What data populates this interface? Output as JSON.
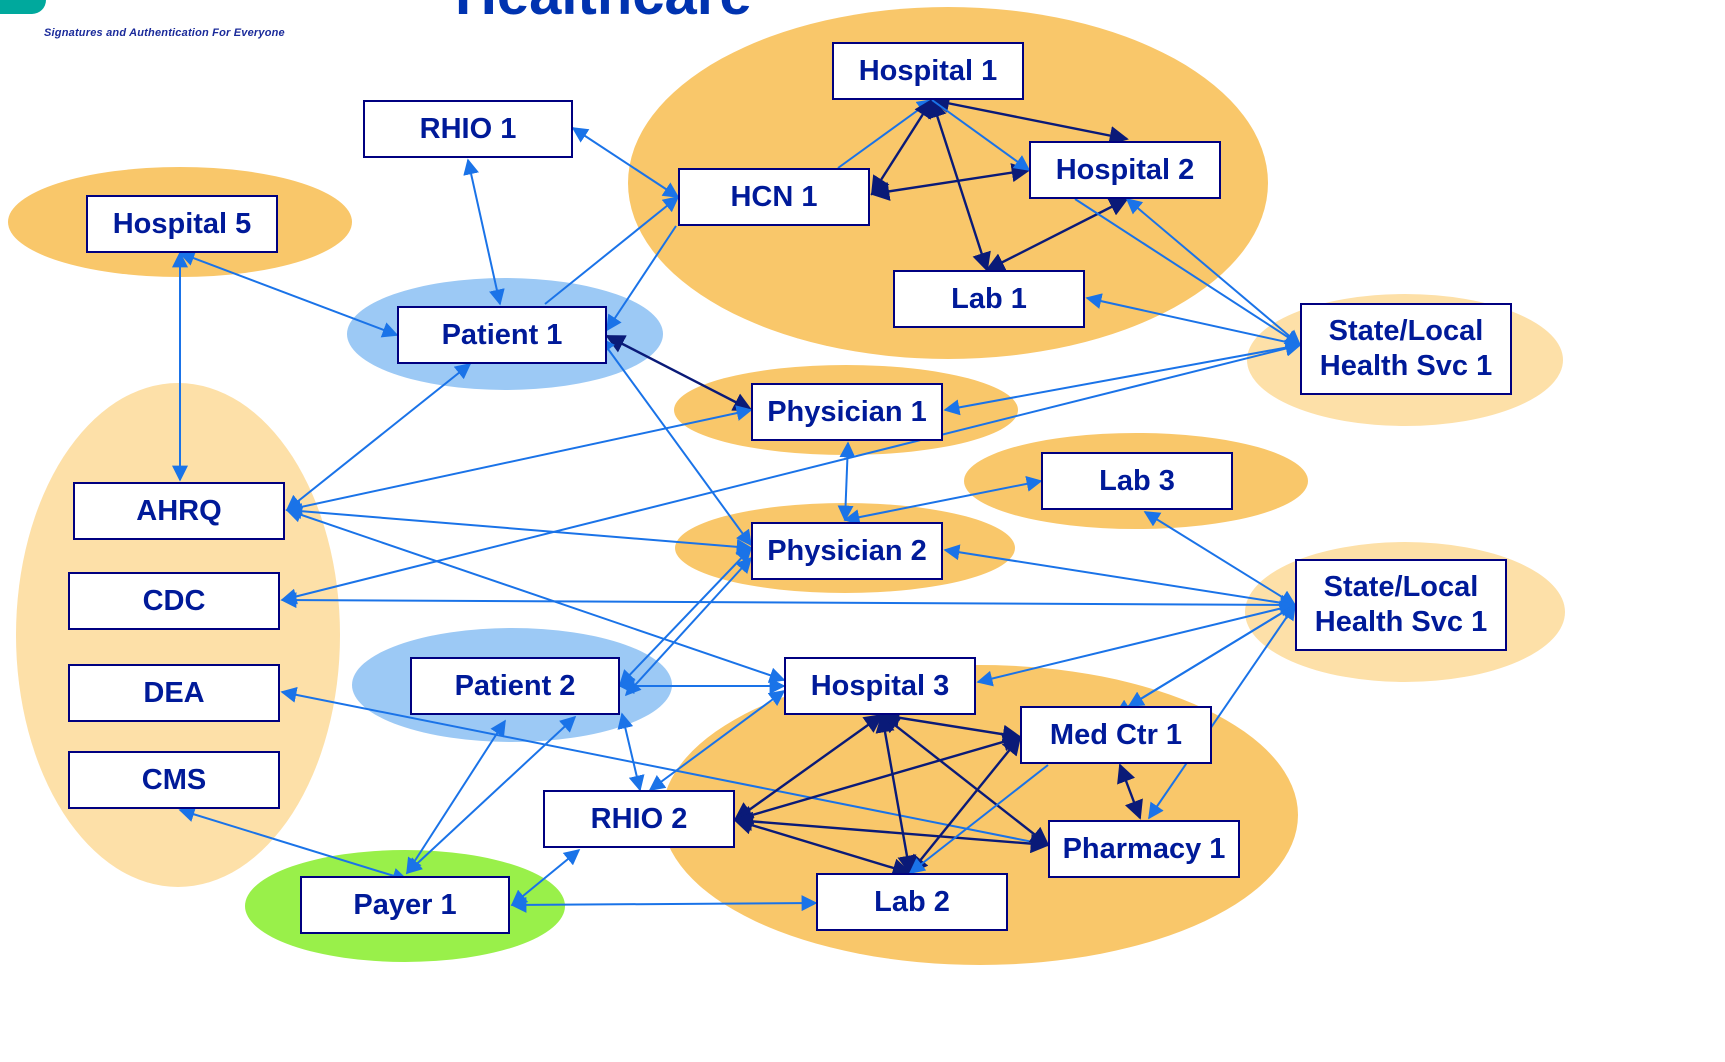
{
  "header": {
    "title": "Healthcare",
    "tagline": "Signatures and Authentication For Everyone"
  },
  "colors": {
    "cluster_orange": "#f9c76a",
    "cluster_light": "#fde0a8",
    "cluster_blue": "#9cc9f5",
    "cluster_green": "#99f04a",
    "arrow_blue": "#1a73e8",
    "arrow_navy": "#0a1a78",
    "node_border": "#000080",
    "node_text": "#001a99"
  },
  "nodes": {
    "hospital1": "Hospital 1",
    "rhio1": "RHIO 1",
    "hcn1": "HCN 1",
    "hospital2": "Hospital 2",
    "hospital5": "Hospital 5",
    "lab1": "Lab 1",
    "patient1": "Patient 1",
    "state1": "State/Local\nHealth Svc 1",
    "physician1": "Physician 1",
    "lab3": "Lab 3",
    "ahrq": "AHRQ",
    "physician2": "Physician 2",
    "cdc": "CDC",
    "state2": "State/Local\nHealth Svc 1",
    "dea": "DEA",
    "patient2": "Patient 2",
    "hospital3": "Hospital 3",
    "medctr1": "Med Ctr 1",
    "cms": "CMS",
    "rhio2": "RHIO 2",
    "pharmacy1": "Pharmacy 1",
    "payer1": "Payer 1",
    "lab2": "Lab 2"
  }
}
